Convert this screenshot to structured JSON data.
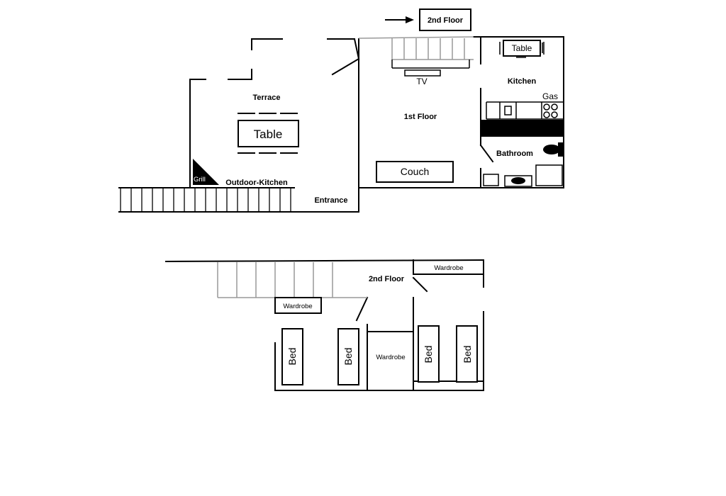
{
  "ground_floor": {
    "nav_label": "2nd Floor",
    "rooms": {
      "terrace": "Terrace",
      "first_floor": "1st Floor",
      "kitchen": "Kitchen",
      "bathroom": "Bathroom",
      "outdoor_kitchen": "Outdoor-Kitchen",
      "entrance": "Entrance"
    },
    "furniture": {
      "terrace_table": "Table",
      "kitchen_table": "Table",
      "tv": "TV",
      "couch": "Couch",
      "gas": "Gas",
      "grill": "Grill"
    }
  },
  "second_floor": {
    "title": "2nd Floor",
    "wardrobe_1": "Wardrobe",
    "wardrobe_2": "Wardrobe",
    "wardrobe_3": "Wardrobe",
    "beds": [
      "Bed",
      "Bed",
      "Bed",
      "Bed"
    ]
  }
}
